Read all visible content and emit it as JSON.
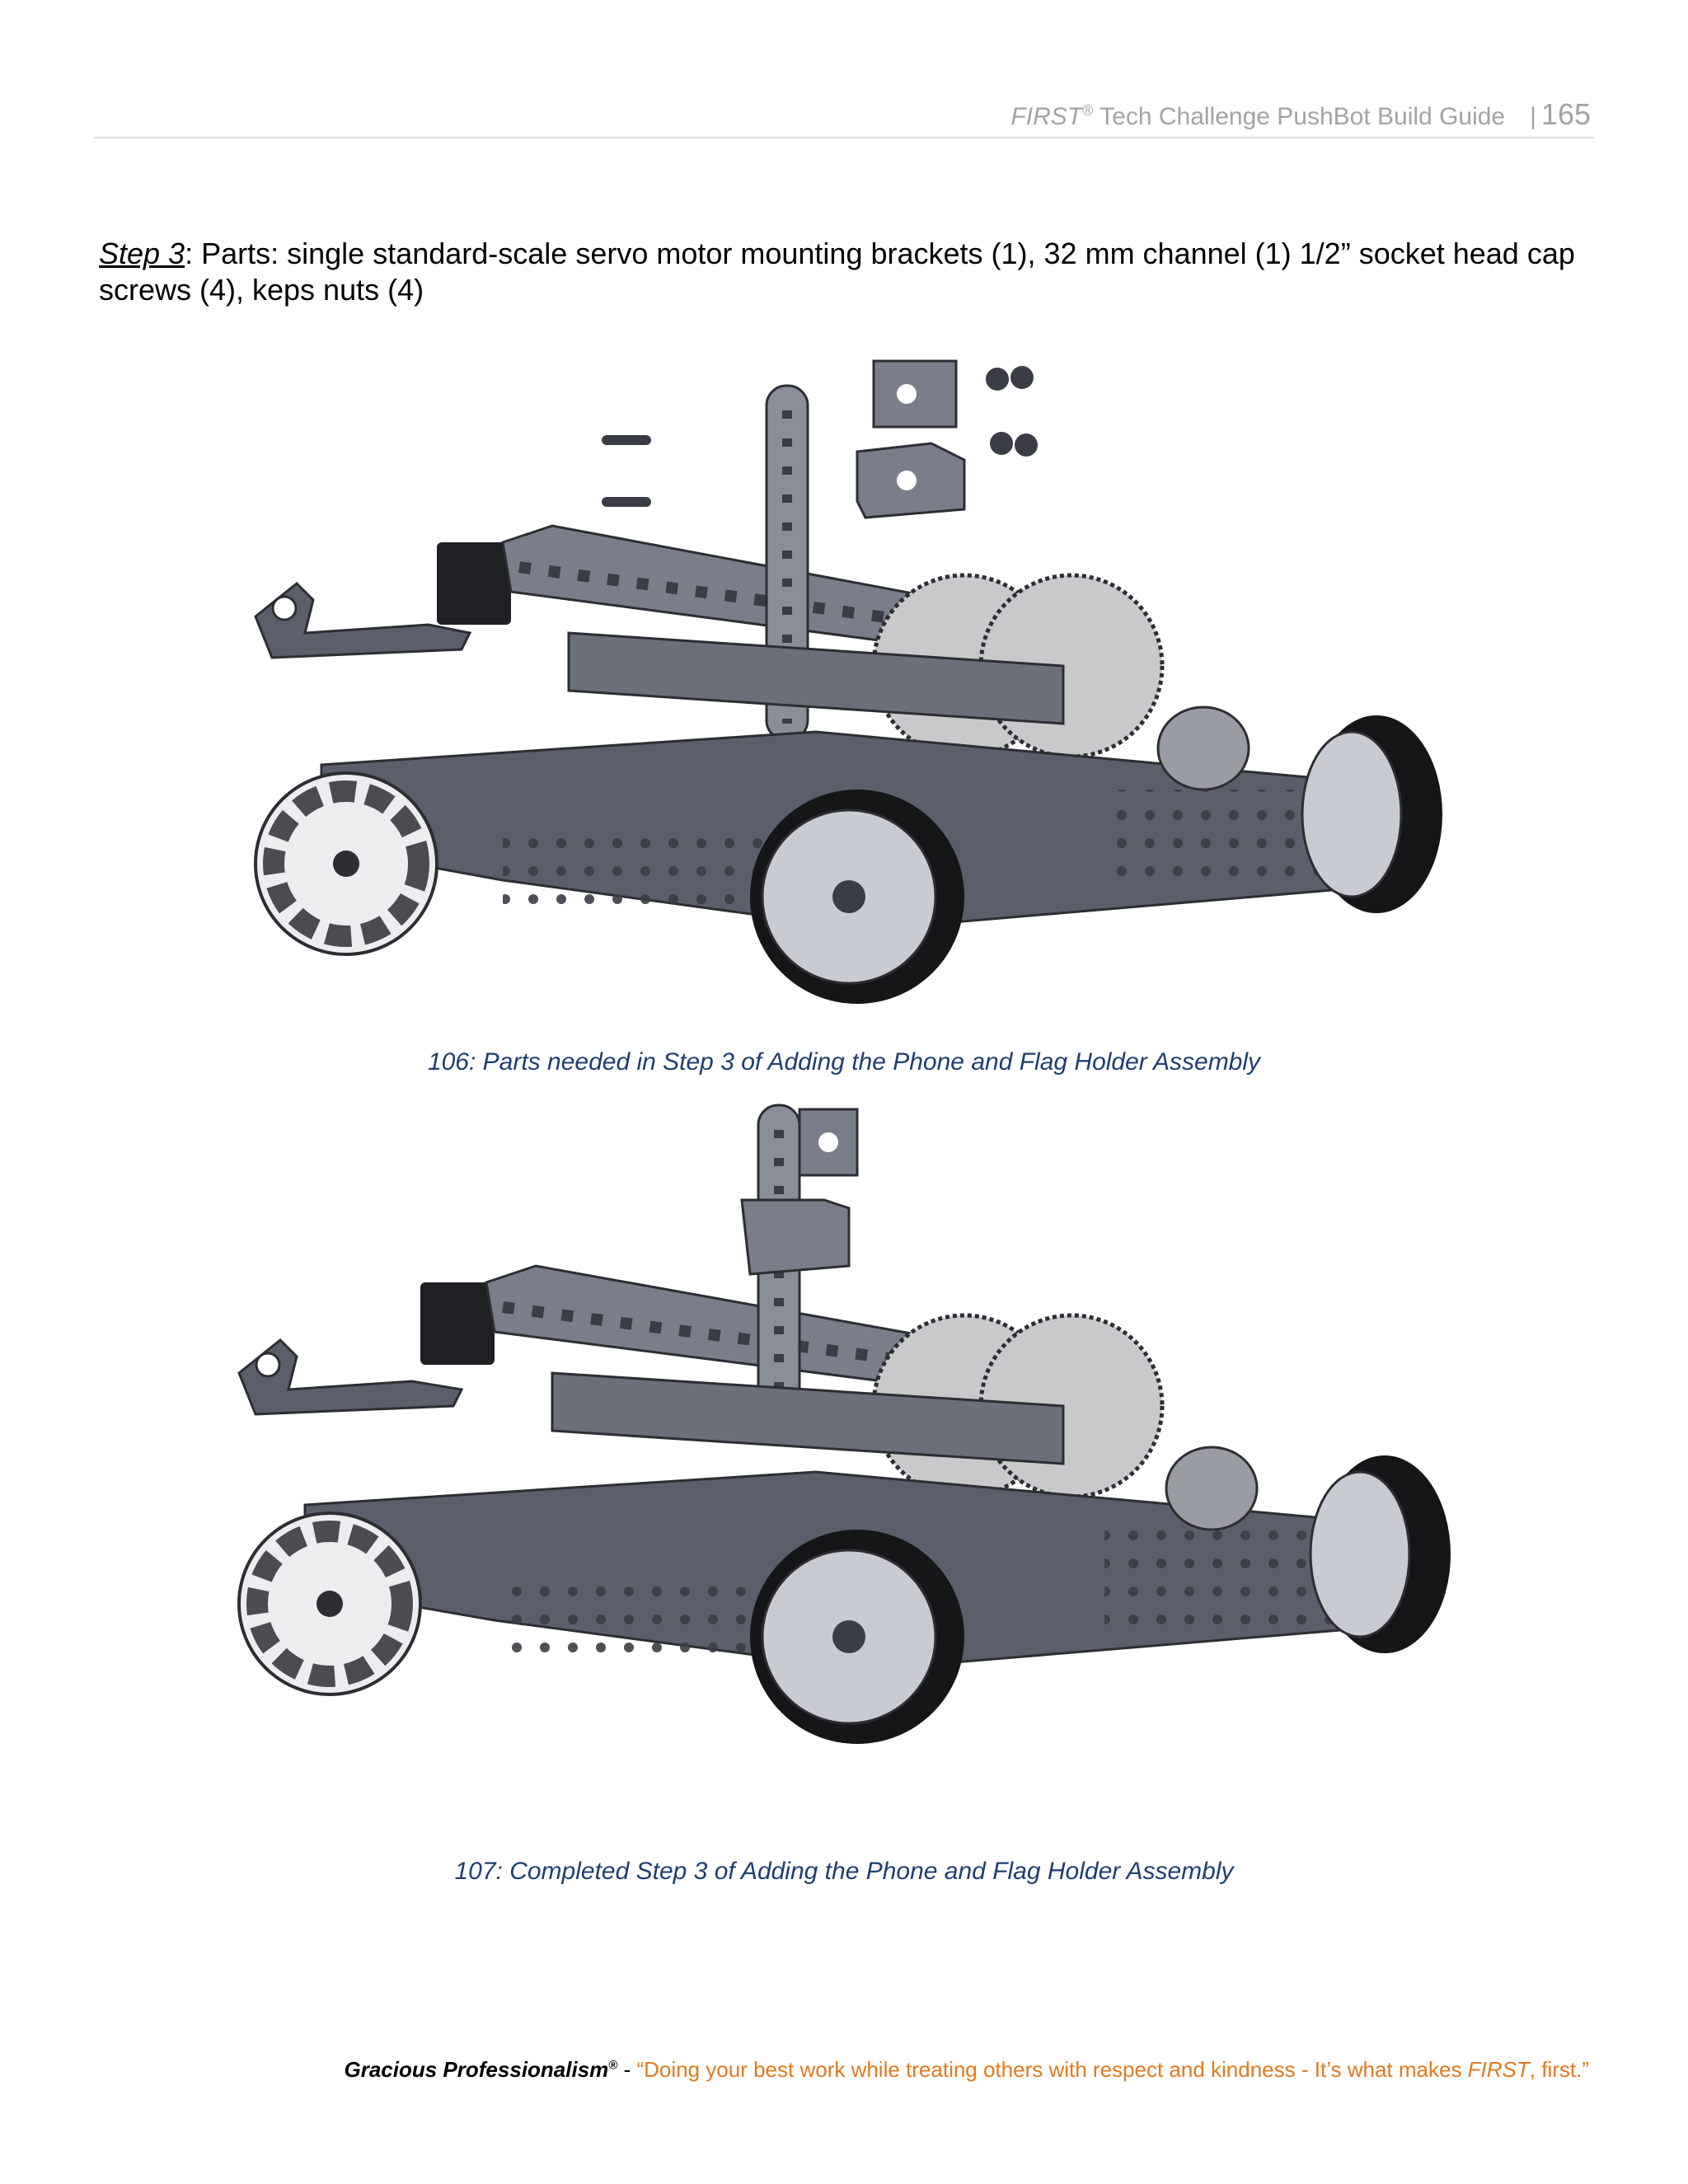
{
  "header": {
    "brand": "FIRST",
    "reg": "®",
    "title": " Tech Challenge PushBot Build Guide",
    "pipe": "|",
    "page_number": "165"
  },
  "step": {
    "label": "Step 3",
    "text": ": Parts: single standard-scale servo motor mounting brackets (1), 32 mm channel (1) 1/2” socket head cap screws (4), keps nuts (4)"
  },
  "figures": [
    {
      "caption": "106: Parts needed in Step 3 of Adding the Phone and Flag Holder Assembly"
    },
    {
      "caption": "107: Completed Step 3 of Adding the Phone and Flag Holder Assembly"
    }
  ],
  "footer": {
    "gp": "Gracious Professionalism",
    "reg": "®",
    "dash": " - ",
    "quote_start": "“Doing your best work while treating others with respect and kindness - It’s what makes ",
    "quote_first": "FIRST",
    "quote_end": ", first.”"
  }
}
